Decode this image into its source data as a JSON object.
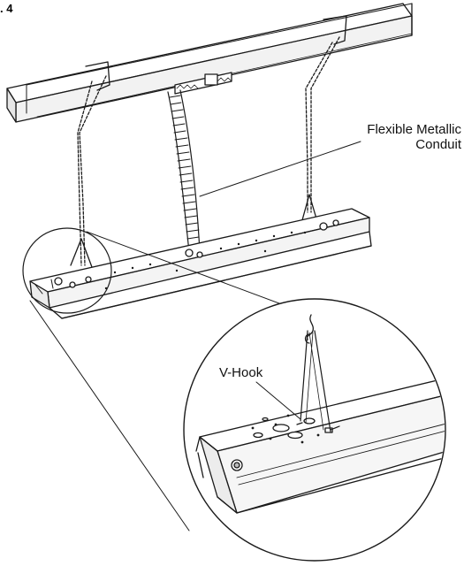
{
  "figure": {
    "step_number": ". 4",
    "labels": {
      "conduit_line1": "Flexible Metallic",
      "conduit_line2": "Conduit",
      "vhook": "V-Hook"
    }
  }
}
